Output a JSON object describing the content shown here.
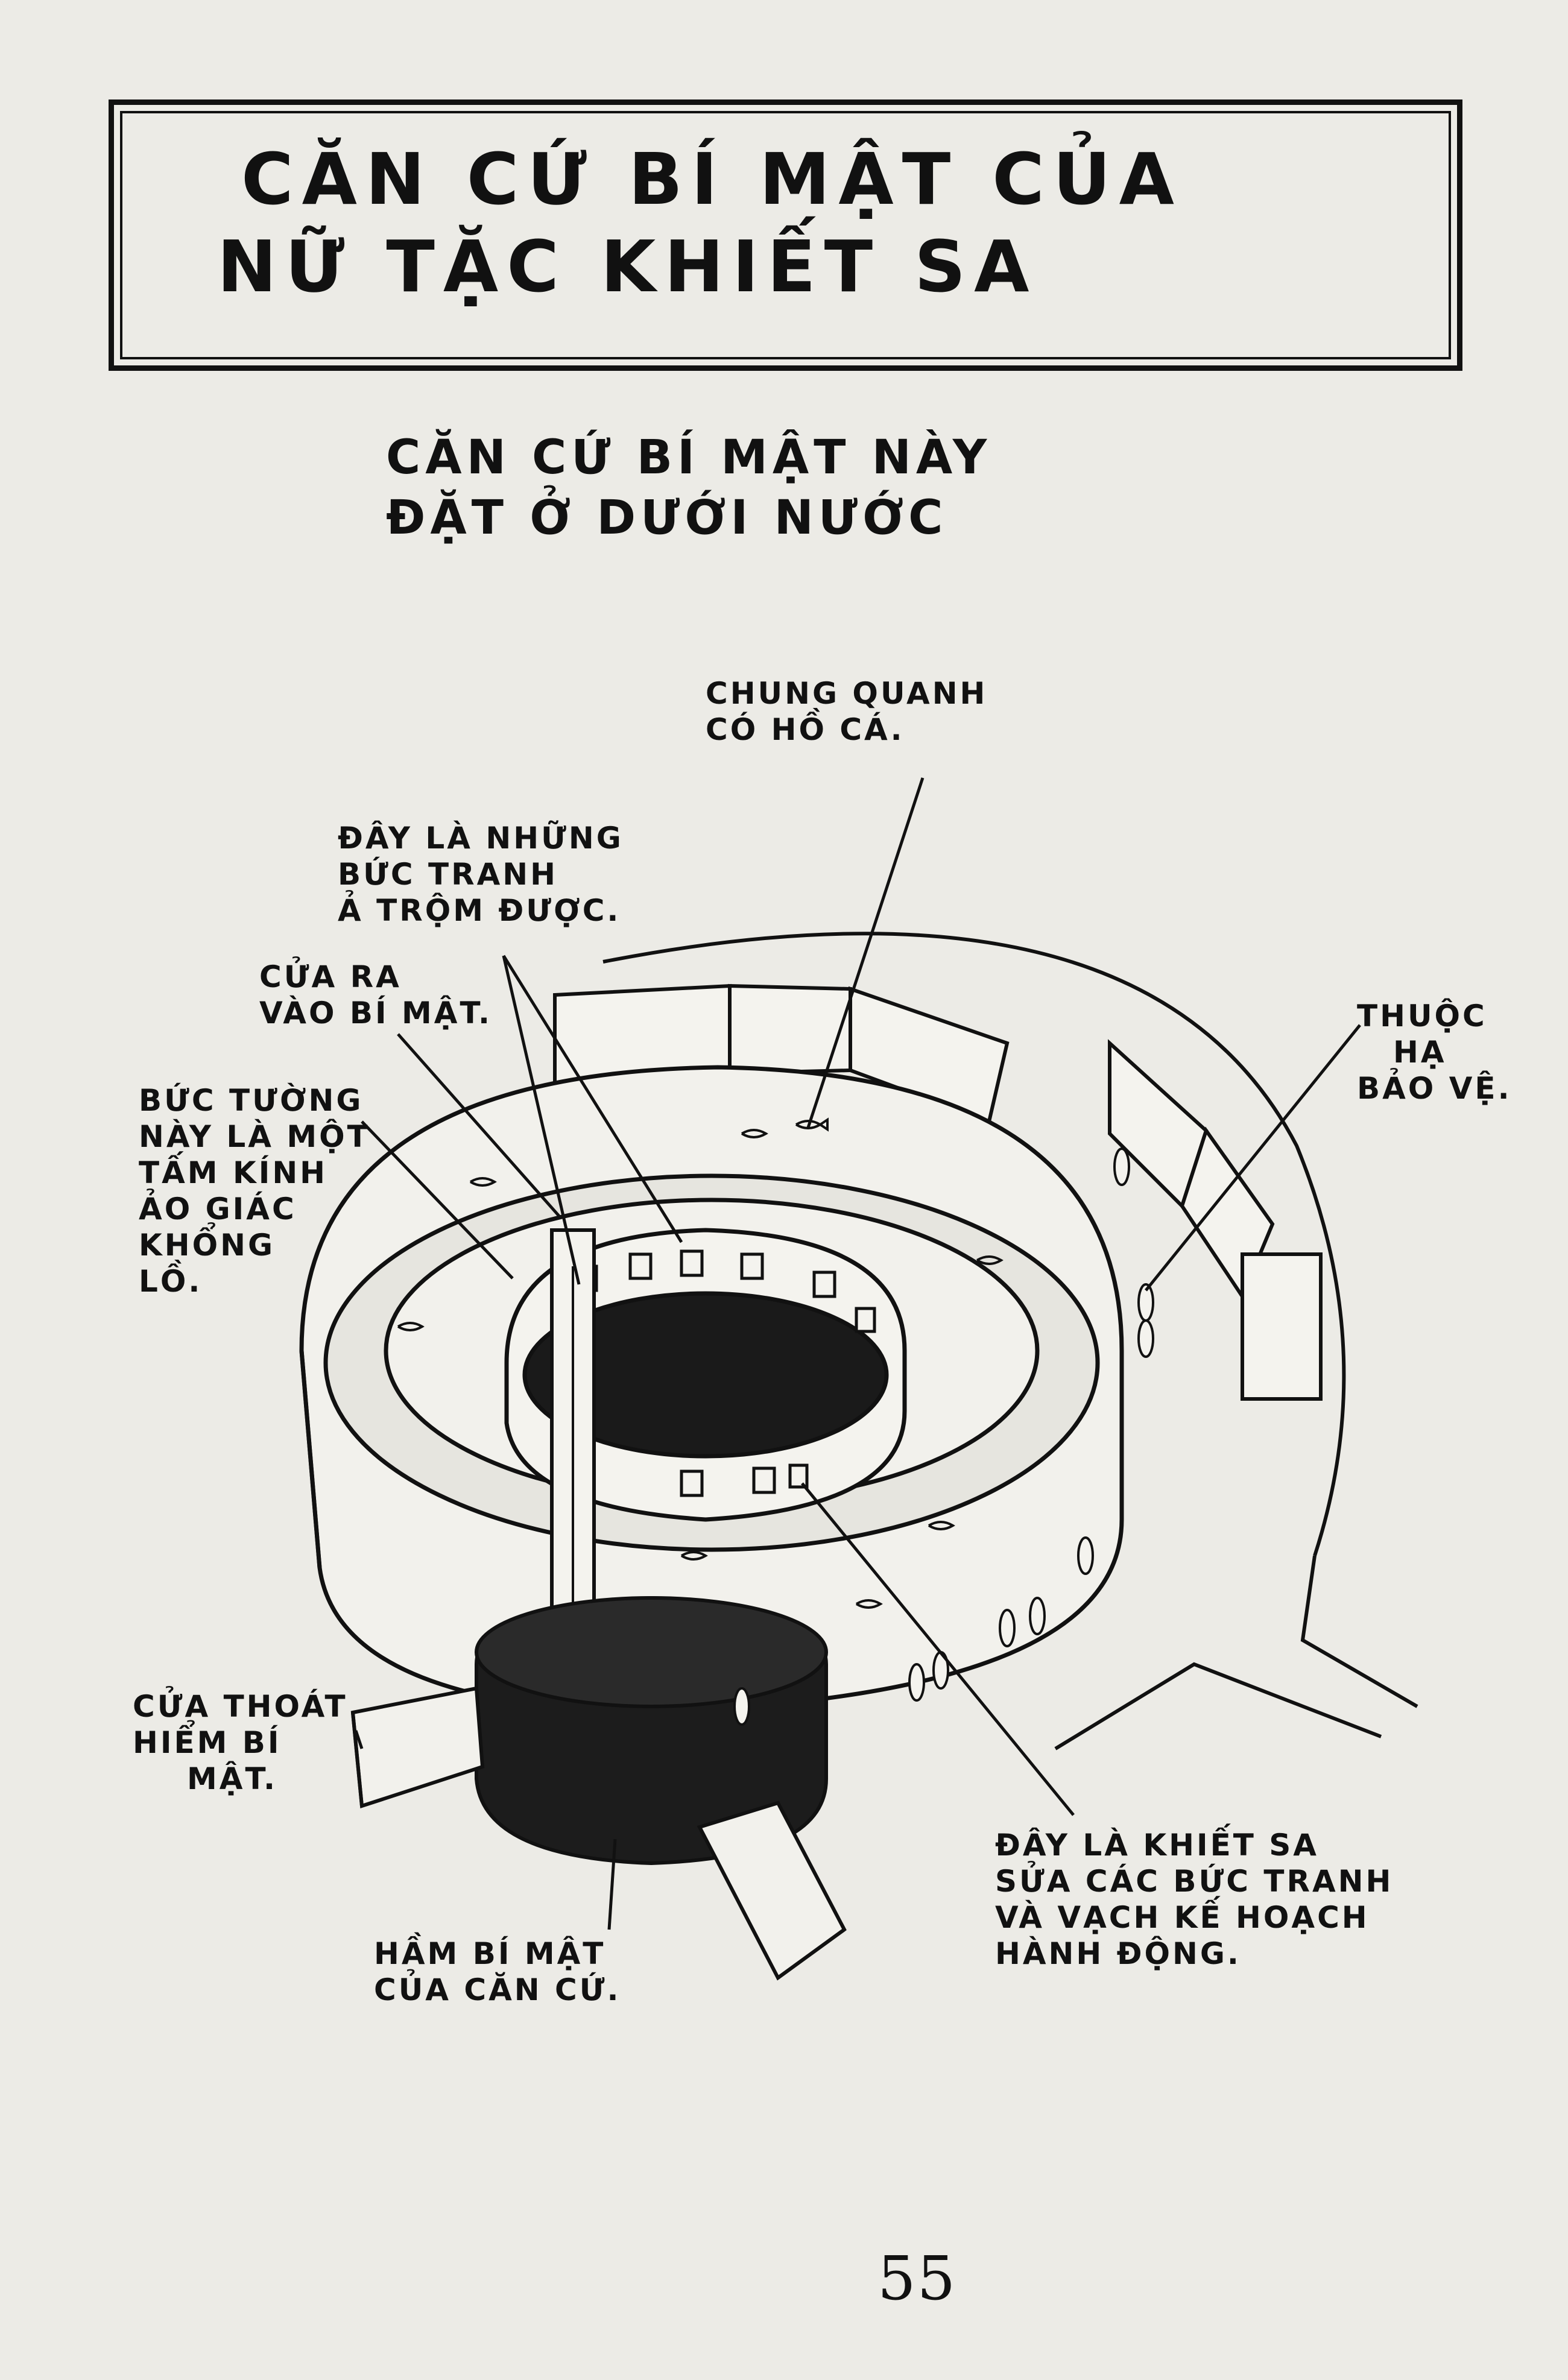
{
  "title": {
    "line1": "Căn cứ bí mật của",
    "line2": "nữ tặc Khiết Sa"
  },
  "subtitle": {
    "line1": "Căn cứ bí mật này",
    "line2": "đặt ở dưới nước"
  },
  "labels": {
    "aquarium": [
      "Chung quanh",
      "có hồ cá."
    ],
    "paintings": [
      "Đây là những",
      "bức tranh",
      "ả trộm được."
    ],
    "secret_door": [
      "Cửa ra",
      "vào bí mật."
    ],
    "illusion_wall": [
      "Bức tường",
      "này là một",
      "tấm kính",
      "ảo giác",
      "khổng",
      "lồ."
    ],
    "guards": [
      "Thuộc",
      "hạ",
      "bảo vệ."
    ],
    "escape_door": [
      "Cửa thoát",
      "hiểm bí",
      "mật."
    ],
    "vault": [
      "Hầm bí mật",
      "của căn cứ."
    ],
    "workroom": [
      "Đây là Khiết Sa",
      "sửa các bức tranh",
      "và vạch kế hoạch",
      "hành động."
    ]
  },
  "page_number": "55"
}
